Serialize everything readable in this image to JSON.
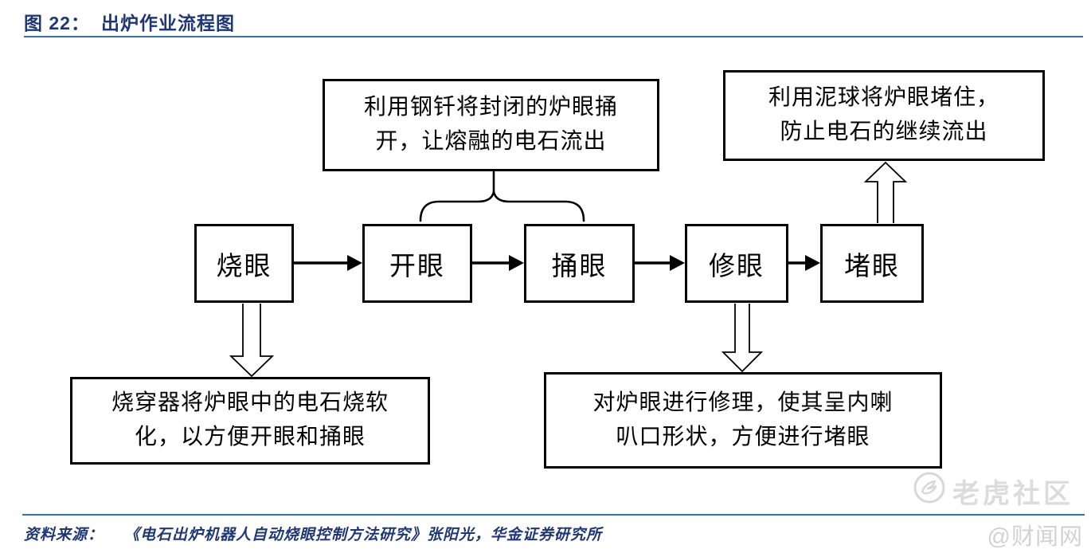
{
  "figure": {
    "label": "图 22：",
    "title": "出炉作业流程图"
  },
  "steps": [
    "烧眼",
    "开眼",
    "捅眼",
    "修眼",
    "堵眼"
  ],
  "annotations": {
    "poke_note": {
      "text": "利用钢钎将封闭的炉眼捅开，让熔融的电石流出",
      "lines": [
        "利用钢钎将封闭的炉眼捅",
        "开，让熔融的电石流出"
      ]
    },
    "plug_note": {
      "text": "利用泥球将炉眼堵住，防止电石的继续流出",
      "lines": [
        "利用泥球将炉眼堵住，",
        "防止电石的继续流出"
      ]
    },
    "burn_note": {
      "text": "烧穿器将炉眼中的电石烧软化，以方便开眼和捅眼",
      "lines": [
        "烧穿器将炉眼中的电石烧软",
        "化，以方便开眼和捅眼"
      ]
    },
    "repair_note": {
      "text": "对炉眼进行修理，使其呈内喇叭口形状，方便进行堵眼",
      "lines": [
        "对炉眼进行修理，使其呈内喇",
        "叭口形状，方便进行堵眼"
      ]
    }
  },
  "footer": {
    "source_label": "资料来源：",
    "source_text": "《电石出炉机器人自动烧眼控制方法研究》张阳光，华金证券研究所"
  },
  "watermark": {
    "community": "老虎社区",
    "handle": "@财闻网"
  },
  "colors": {
    "title_text": "#1F3875",
    "rule_blue": "#2E75B6",
    "box_border": "#000000",
    "watermark_gray": "#DCDCDC"
  }
}
